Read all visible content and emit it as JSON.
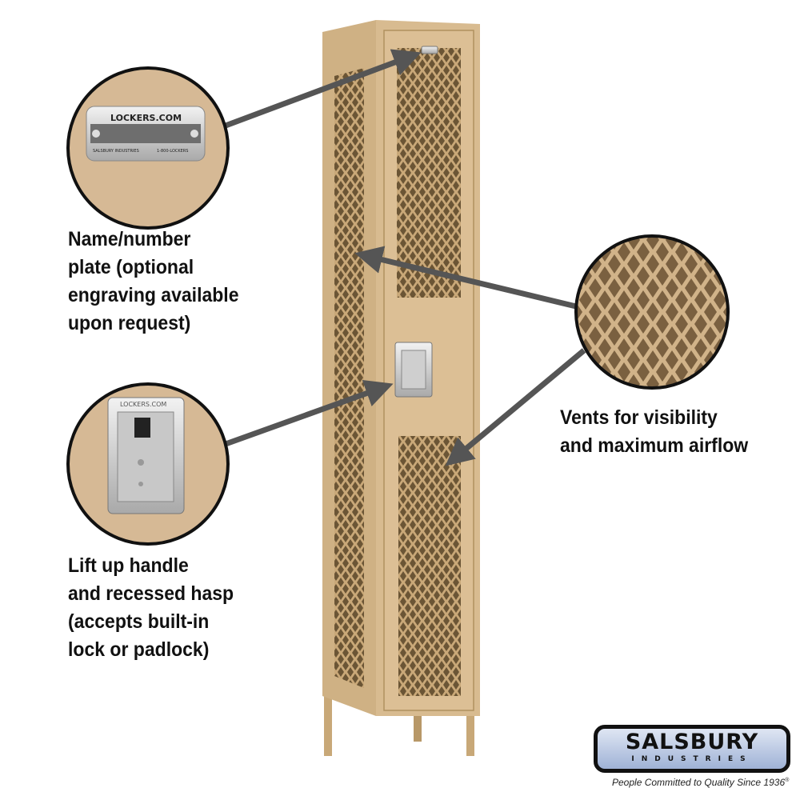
{
  "callouts": {
    "name_plate": [
      "Name/number",
      "plate (optional",
      "engraving available",
      "upon request)"
    ],
    "vents": [
      "Vents for visibility",
      "and maximum airflow"
    ],
    "handle": [
      "Lift up handle",
      "and recessed hasp",
      "(accepts built-in",
      "lock or padlock)"
    ]
  },
  "plate": {
    "brand": "LOCKERS.COM",
    "left_text": "SALSBURY INDUSTRIES",
    "right_text": "1-800-LOCKERS"
  },
  "handle_detail": {
    "brand": "LOCKERS.COM"
  },
  "logo": {
    "name": "SALSBURY",
    "sub": "INDUSTRIES",
    "tagline": "People Committed to Quality Since 1936",
    "mark": "®"
  },
  "colors": {
    "tan": "#d2b48c",
    "circle_bg": "#d6b995",
    "arrow": "#555555"
  }
}
